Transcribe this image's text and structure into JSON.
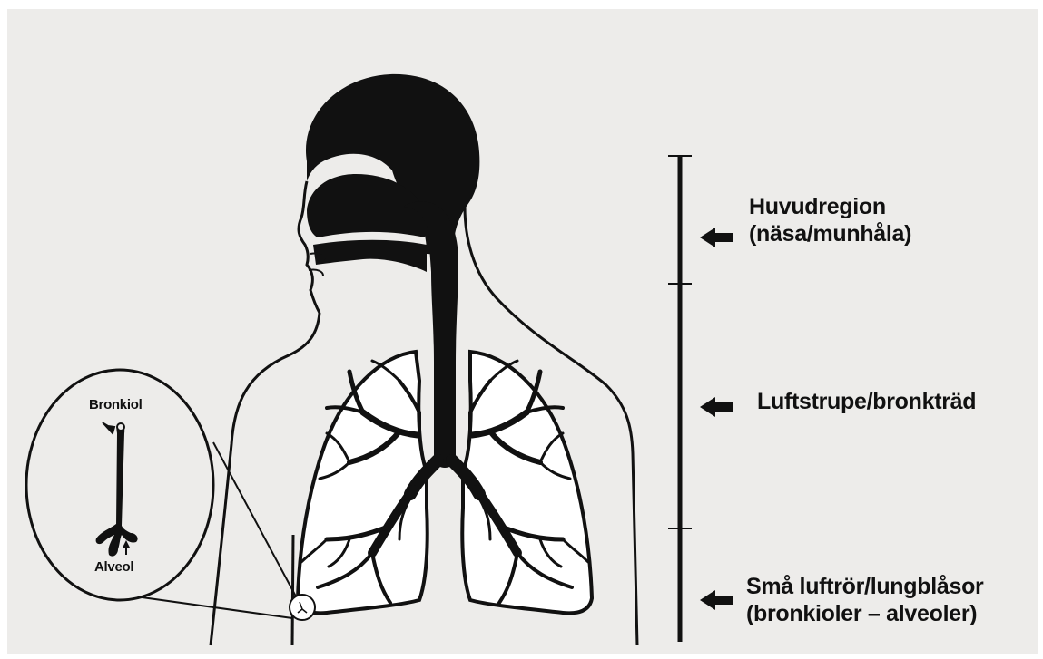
{
  "colors": {
    "page_background": "#edecea",
    "ink": "#111111",
    "frame_border": "#ffffff"
  },
  "regions": [
    {
      "line1": "Huvudregion",
      "line2": "(näsa/munhåla)",
      "arrow_icon": "left-arrow-icon"
    },
    {
      "line1": "Luftstrupe/bronkträd",
      "arrow_icon": "left-arrow-icon"
    },
    {
      "line1": "Små luftrör/lungblåsor",
      "line2": "(bronkioler – alveoler)",
      "arrow_icon": "left-arrow-icon"
    }
  ],
  "inset": {
    "top_label": "Bronkiol",
    "bottom_label": "Alveol"
  }
}
